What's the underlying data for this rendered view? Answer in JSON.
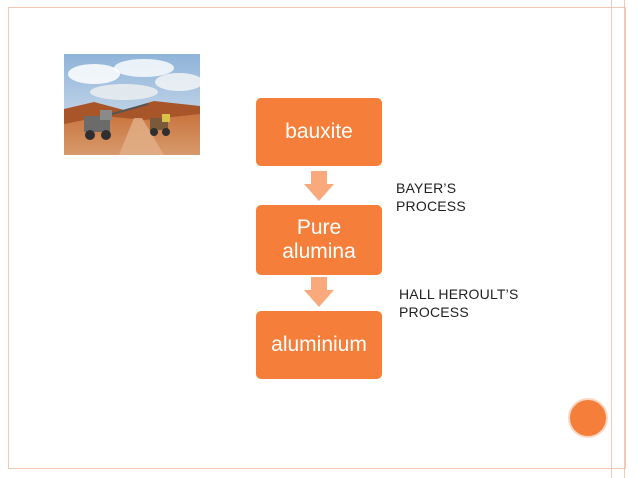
{
  "diagram": {
    "steps": [
      {
        "label": "bauxite"
      },
      {
        "label": "Pure alumina"
      },
      {
        "label": "aluminium"
      }
    ],
    "processes": [
      {
        "line1": "BAYER’S",
        "line2": "PROCESS"
      },
      {
        "line1": "HALL HEROULT’S",
        "line2": "PROCESS"
      }
    ]
  },
  "colors": {
    "accent": "#f57f3a",
    "accent_light": "#f9a97c",
    "frame": "#f1c9b5"
  },
  "photo": {
    "subject": "bauxite mining trucks on red dirt road"
  }
}
